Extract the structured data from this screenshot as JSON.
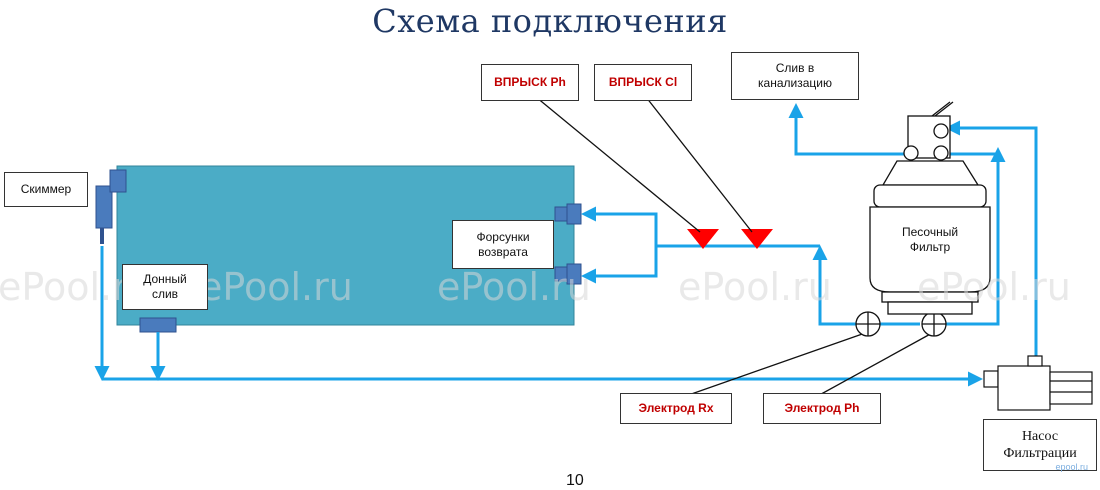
{
  "title": "Схема подключения",
  "labels": {
    "skimmer": "Скиммер",
    "bottom_drain": "Донный слив",
    "return_nozzles": "Форсунки возврата",
    "inject_ph": "ВПРЫСК Ph",
    "inject_cl": "ВПРЫСК Cl",
    "drain_sewer": "Слив в канализацию",
    "sand_filter": "Песочный Фильтр",
    "electrode_rx": "Электрод Rx",
    "electrode_ph": "Электрод Ph",
    "pump": "Насос Фильтрации"
  },
  "watermark": "ePool.ru",
  "page_number": "10",
  "corner_mark": "epool.ru",
  "colors": {
    "pool": "#4bacc6",
    "pipe": "#1aa3e8",
    "fitting": "#4a7bbd",
    "injection": "#ff0000",
    "title": "#1f3864",
    "label_red": "#c00000"
  }
}
